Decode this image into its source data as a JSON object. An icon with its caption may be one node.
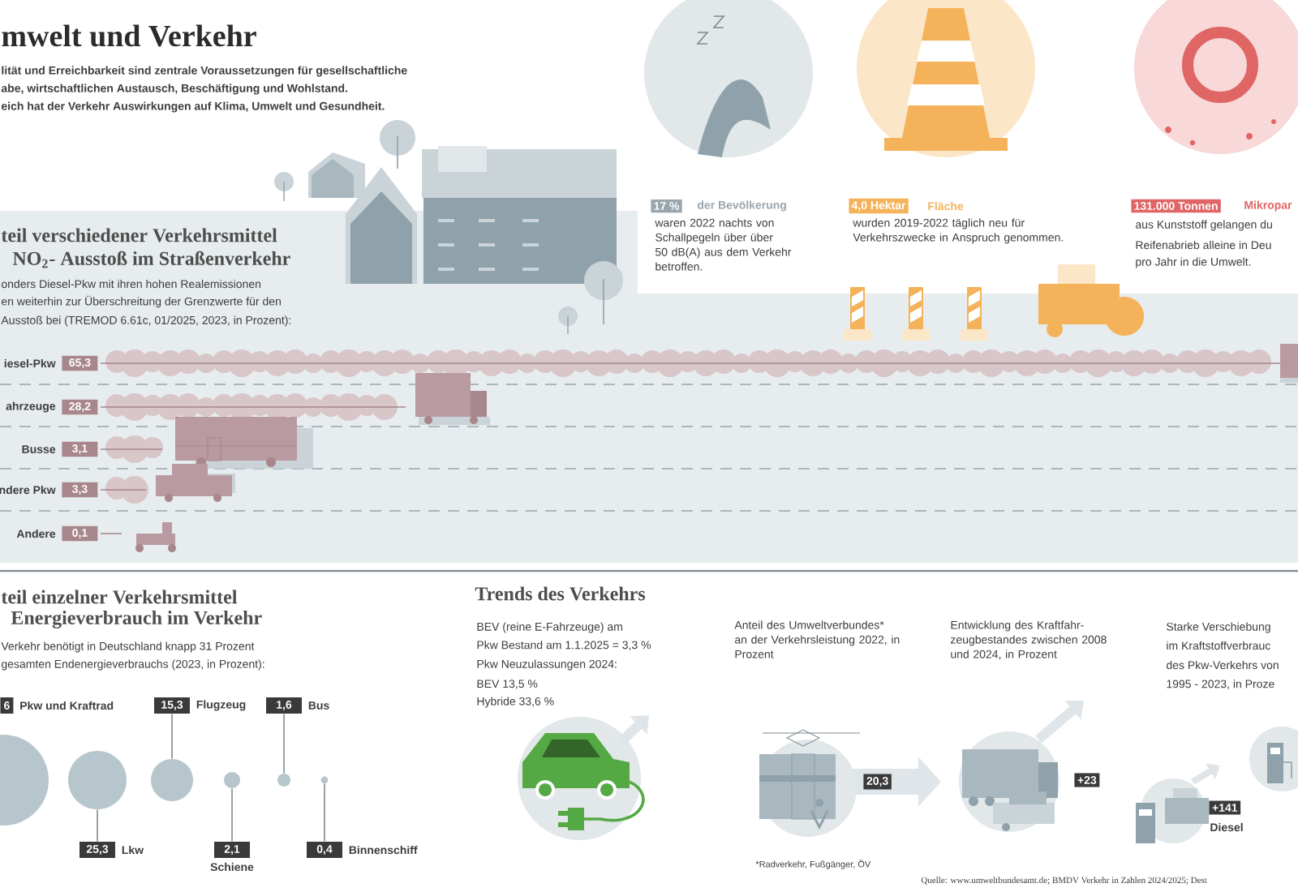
{
  "diagram": {
    "title": "mwelt und Verkehr",
    "nodes": [
      {
        "text": [
          "6"
        ],
        "beside": [
          "Pkw und Kraftrad"
        ]
      },
      {
        "text": [
          "15,3"
        ],
        "beside": [
          "Flugzeug"
        ]
      },
      {
        "text": [
          "1,6"
        ],
        "beside": [
          "Bus"
        ]
      },
      {
        "text": [],
        "shape": "circle"
      },
      {
        "text": [],
        "shape": "circle"
      },
      {
        "text": [],
        "shape": "circle"
      },
      {
        "text": [],
        "shape": "circle"
      },
      {
        "text": [],
        "shape": "circle"
      },
      {
        "text": [],
        "shape": "circle"
      },
      {
        "text": [
          "25,3"
        ],
        "beside": [
          "Lkw"
        ]
      },
      {
        "text": [
          "2,1"
        ],
        "beside": [
          "Schiene"
        ]
      },
      {
        "text": [
          "0,4"
        ],
        "beside": [
          "Binnenschiff"
        ]
      }
    ],
    "edges": [
      {
        "from": 1,
        "to": 5,
        "arrow": "none"
      },
      {
        "from": 2,
        "to": 7,
        "arrow": "none"
      },
      {
        "from": 9,
        "to": 4,
        "arrow": "none"
      },
      {
        "from": 10,
        "to": 6,
        "arrow": "none"
      },
      {
        "from": 11,
        "to": 8,
        "arrow": "none"
      }
    ],
    "labels": [
      "lität und Erreichbarkeit sind zentrale Voraussetzungen für gesellschaftliche",
      "abe, wirtschaftlichen Austausch, Beschäftigung und Wohlstand.",
      "eich hat der Verkehr Auswirkungen auf Klima, Umwelt und Gesundheit.",
      "17 %",
      "der Bevölkerung",
      "waren 2022 nachts von Schallpegeln über über 50 dB(A) aus dem Verkehr betroffen.",
      "4,0 Hektar",
      "Fläche",
      "wurden 2019-2022 täglich neu für Verkehrszwecke in Anspruch genommen.",
      "131.000 Tonnen",
      "Mikropar",
      "aus Kunststoff gelangen du",
      "Reifenabrieb alleine in Deu",
      "pro Jahr in die Umwelt.",
      "teil verschiedener Verkehrsmittel",
      "NO$_{2}$- Ausstoß im Straßenverkehr",
      "onders Diesel-Pkw mit ihren hohen Realemissionen",
      "en weiterhin zur Überschreitung der Grenzwerte für den",
      "Ausstoß bei (TREMOD 6.61c, 01/2025, 2023, in Prozent):",
      "iesel-Pkw",
      "65,3",
      "ahrzeuge",
      "28,2",
      "Busse",
      "3,1",
      "ndere Pkw",
      "3,3",
      "Andere",
      "0,1",
      "teil einzelner Verkehrsmittel",
      "Energieverbrauch im Verkehr",
      "Verkehr benötigt in Deutschland knapp 31 Prozent",
      "gesamten Endenergieverbrauchs (2023, in Prozent):",
      "Trends des Verkehrs",
      "BEV (reine E-Fahrzeuge) am",
      "Pkw Bestand am 1.1.2025 = 3,3 %",
      "Pkw Neuzulassungen 2024:",
      "BEV 13,5 %",
      "Hybride 33,6 %",
      "Anteil des Umweltverbundes* an der Verkehrsleistung 2022, in Prozent",
      "Entwicklung des Kraftfahr-zeugbestandes zwischen 2008 und 2024, in Prozent",
      "Starke Verschiebung",
      "im Kraftstoffverbrauc",
      "des Pkw-Verkehrs von",
      "1995 - 2023, in Proze",
      "20,3",
      "+23",
      "+141",
      "Diesel",
      "*Radverkehr, Fußgänger, ÖV",
      "Quelle: www.umweltbundesamt.de; BMDV Verkehr in Zahlen 2024/2025; Dest"
    ]
  }
}
